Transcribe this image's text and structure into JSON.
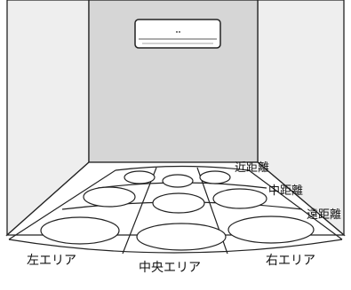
{
  "colors": {
    "wall_back": "#d6d6d6",
    "wall_side": "#eeeeee",
    "ceiling": "#f2f2f2",
    "floor": "#ffffff",
    "line": "#222222",
    "ac_body": "#ffffff"
  },
  "icons": {
    "air_conditioner": "air-conditioner-icon"
  },
  "distance_labels": {
    "near": "近距離",
    "mid": "中距離",
    "far": "遠距離"
  },
  "area_labels": {
    "left": "左エリア",
    "center": "中央エリア",
    "right": "右エリア"
  }
}
